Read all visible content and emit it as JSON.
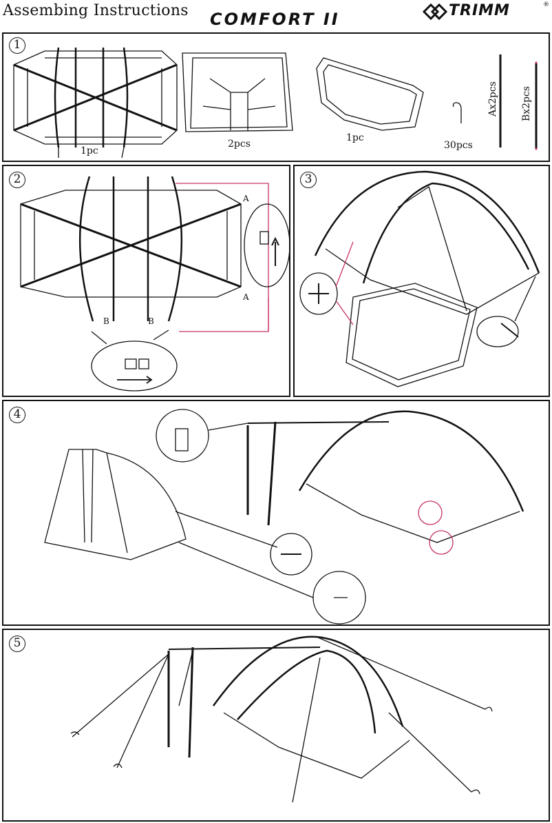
{
  "header": {
    "title": "Assembing Instructions",
    "model": "COMFORT II",
    "brand": "TRIMM",
    "registered": "®"
  },
  "steps": {
    "step1": {
      "number": "1",
      "labels": [
        "1pc",
        "2pcs",
        "1pc",
        "30pcs"
      ],
      "pole_a": "Ax2pcs",
      "pole_b": "Bx2pcs"
    },
    "step2": {
      "number": "2",
      "marks": [
        "A",
        "A",
        "B",
        "B"
      ]
    },
    "step3": {
      "number": "3"
    },
    "step4": {
      "number": "4"
    },
    "step5": {
      "number": "5"
    }
  },
  "colors": {
    "line": "#111111",
    "accent": "#c8306a"
  }
}
